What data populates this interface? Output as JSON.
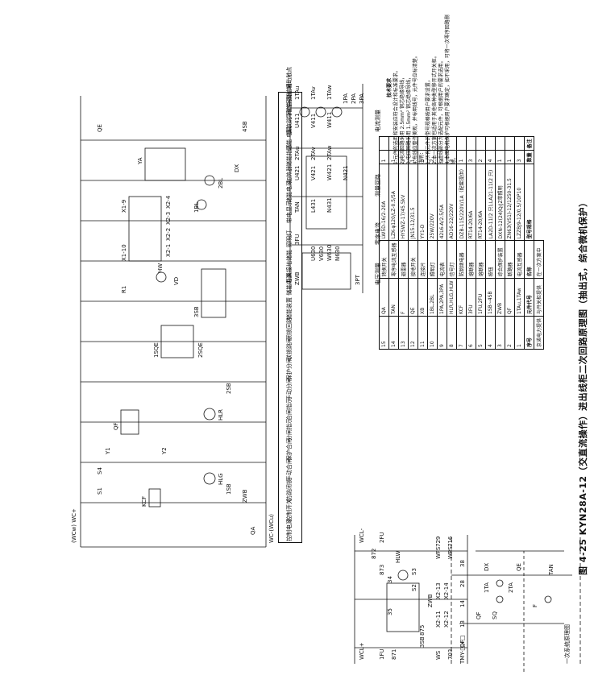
{
  "figure_caption": "图 4-25 KYN28A-12（交直流操作）进出线柜二次回路原理图（抽出式，综合微机保护）",
  "primary_diagram": {
    "title": "一次系统原理图",
    "labels": [
      "TMY-□×□",
      "QF",
      "SQ",
      "1TA",
      "2TA",
      "DX",
      "QE",
      "F",
      "TAN"
    ]
  },
  "control_circuit": {
    "bus_top": "(WCw) WC+",
    "bus_bottom": "WC-(WCu)",
    "device_labels": [
      "QA",
      "KCF",
      "S1",
      "S4",
      "Y1",
      "Y2",
      "QF",
      "1SB",
      "ZWB",
      "HLG",
      "HLR",
      "2SB",
      "1SQE",
      "2SQE",
      "3SB",
      "R1",
      "VD",
      "HW",
      "1BL",
      "2BL",
      "DX",
      "YA",
      "4SB",
      "QE"
    ],
    "terminal_labels": [
      "X1-10",
      "X1-9",
      "X2-1",
      "X2-2",
      "X2-3",
      "X2-4"
    ]
  },
  "control_sidebar": {
    "rows": [
      "控制电源",
      "控制开关",
      "防跳闭锁",
      "手动合闸",
      "保护合闸",
      "分闸指示",
      "合闸指示",
      "手动分闸",
      "保护分闸",
      "联锁跳闸",
      "闭锁回路",
      "储能装置\n储能电源",
      "开关接地储能",
      "照明灯",
      "带电显示",
      "储能电源",
      "加热器",
      "储能指示",
      "储能\n电机",
      "事故跳\n闸信号",
      "异常告\n警信号",
      "引出\n辅助触点"
    ]
  },
  "current_circuit": {
    "sidebar": [
      "电流测量",
      "测量回路",
      "零序电流",
      "电压测量"
    ],
    "labels": [
      "1TAu",
      "1TAv",
      "1TAw",
      "U411",
      "V411",
      "W411",
      "1PA",
      "2PA",
      "3PA",
      "2TAu",
      "2TAv",
      "2TAw",
      "U421",
      "V421",
      "W421",
      "N421",
      "TAN",
      "L431",
      "N431",
      "3FU",
      "U630",
      "V630",
      "W630",
      "N630",
      "ZWB",
      "3PT"
    ]
  },
  "technical_requirements": {
    "title": "技术要求",
    "lines": [
      "1.元件的选用和安装应符合设计和标准要求。",
      "2.电流回路采用 2.5mm² 铜芯绝缘导线，",
      "3.电压回路采用 1.5mm² 铜芯绝缘导线，",
      "4.布线应整齐美观，并标明线号，元件号应标清楚。",
      "注明：",
      "1.所有元件的型号规格按用户要求设置，",
      "2.本一次方案也适用于其他各种类型移开式开关柜。",
      "3.虚线部分为选配元件，可根据用户的要求选用。",
      "4.本图电机保护可根据用户要求确定，如不采用，可将一次零序回路删除。"
    ]
  },
  "parts_table": {
    "header": [
      "序号",
      "元件代号",
      "名称",
      "型号规格",
      "数量",
      "备注"
    ],
    "rows": [
      [
        "15",
        "QA",
        "转换开关",
        "LW5D-16/2-20A",
        "1",
        ""
      ],
      [
        "14",
        "TAN",
        "零序电流互感器",
        "LZK-φ120/LZ-0.5/5A",
        "1",
        ""
      ],
      [
        "13",
        "F",
        "避雷器",
        "HY5WZ-17/45.5kV",
        "3",
        ""
      ],
      [
        "12",
        "QE",
        "接地开关",
        "JN15-12/31.5",
        "1",
        ""
      ],
      [
        "11",
        "XB",
        "连接片",
        "YY1-D",
        "3",
        ""
      ],
      [
        "10",
        "1BL,2BL",
        "照明灯",
        "25W/220V",
        "2",
        ""
      ],
      [
        "9",
        "1PA,2PA,3PA",
        "电流表",
        "42L6-A/2.5/5A",
        "3",
        ""
      ],
      [
        "8",
        "HLR,HLG,HLW",
        "信号灯",
        "AD16-22/220V",
        "3",
        ""
      ],
      [
        "7",
        "KCF",
        "防跳继电器",
        "DZB-115/220V/1A（配套提供）",
        "1",
        ""
      ],
      [
        "6",
        "3FU",
        "熔断器",
        "RT14-20/6A",
        "3",
        ""
      ],
      [
        "5",
        "1FU,2FU",
        "熔断器",
        "RT14-20/6A",
        "2",
        ""
      ],
      [
        "4",
        "1SB~4SB",
        "按钮",
        "LA2D-11(2 只),LA21-11(2 只)",
        "4",
        ""
      ],
      [
        "3",
        "ZWB",
        "综合保护装置",
        "DXN-12(24)Q/JZ带照明",
        "1",
        ""
      ],
      [
        "2",
        "QF",
        "断路器",
        "ZN63(VS1)-12/1250-31.5",
        "1",
        ""
      ],
      [
        "1",
        "1TAu,1TAw",
        "电流互感器",
        "LZZBJ9-12/0.5/10P10",
        "3",
        ""
      ]
    ],
    "right_notes": [
      "京诺电力提供",
      "与开关柜提供",
      "在一次方案中"
    ]
  },
  "right_aux": {
    "labels": [
      "WCL-",
      "2FU",
      "872",
      "HLW",
      "873",
      "34",
      "35",
      "S2",
      "S3",
      "ZWB",
      "X2-11",
      "X2-12",
      "X2-13",
      "X2-14",
      "WFS",
      "WPS",
      "729",
      "716",
      "WS",
      "703",
      "875",
      "3SB",
      "1FU",
      "871",
      "WCL+",
      "QF",
      "13",
      "14",
      "28",
      "38"
    ]
  }
}
